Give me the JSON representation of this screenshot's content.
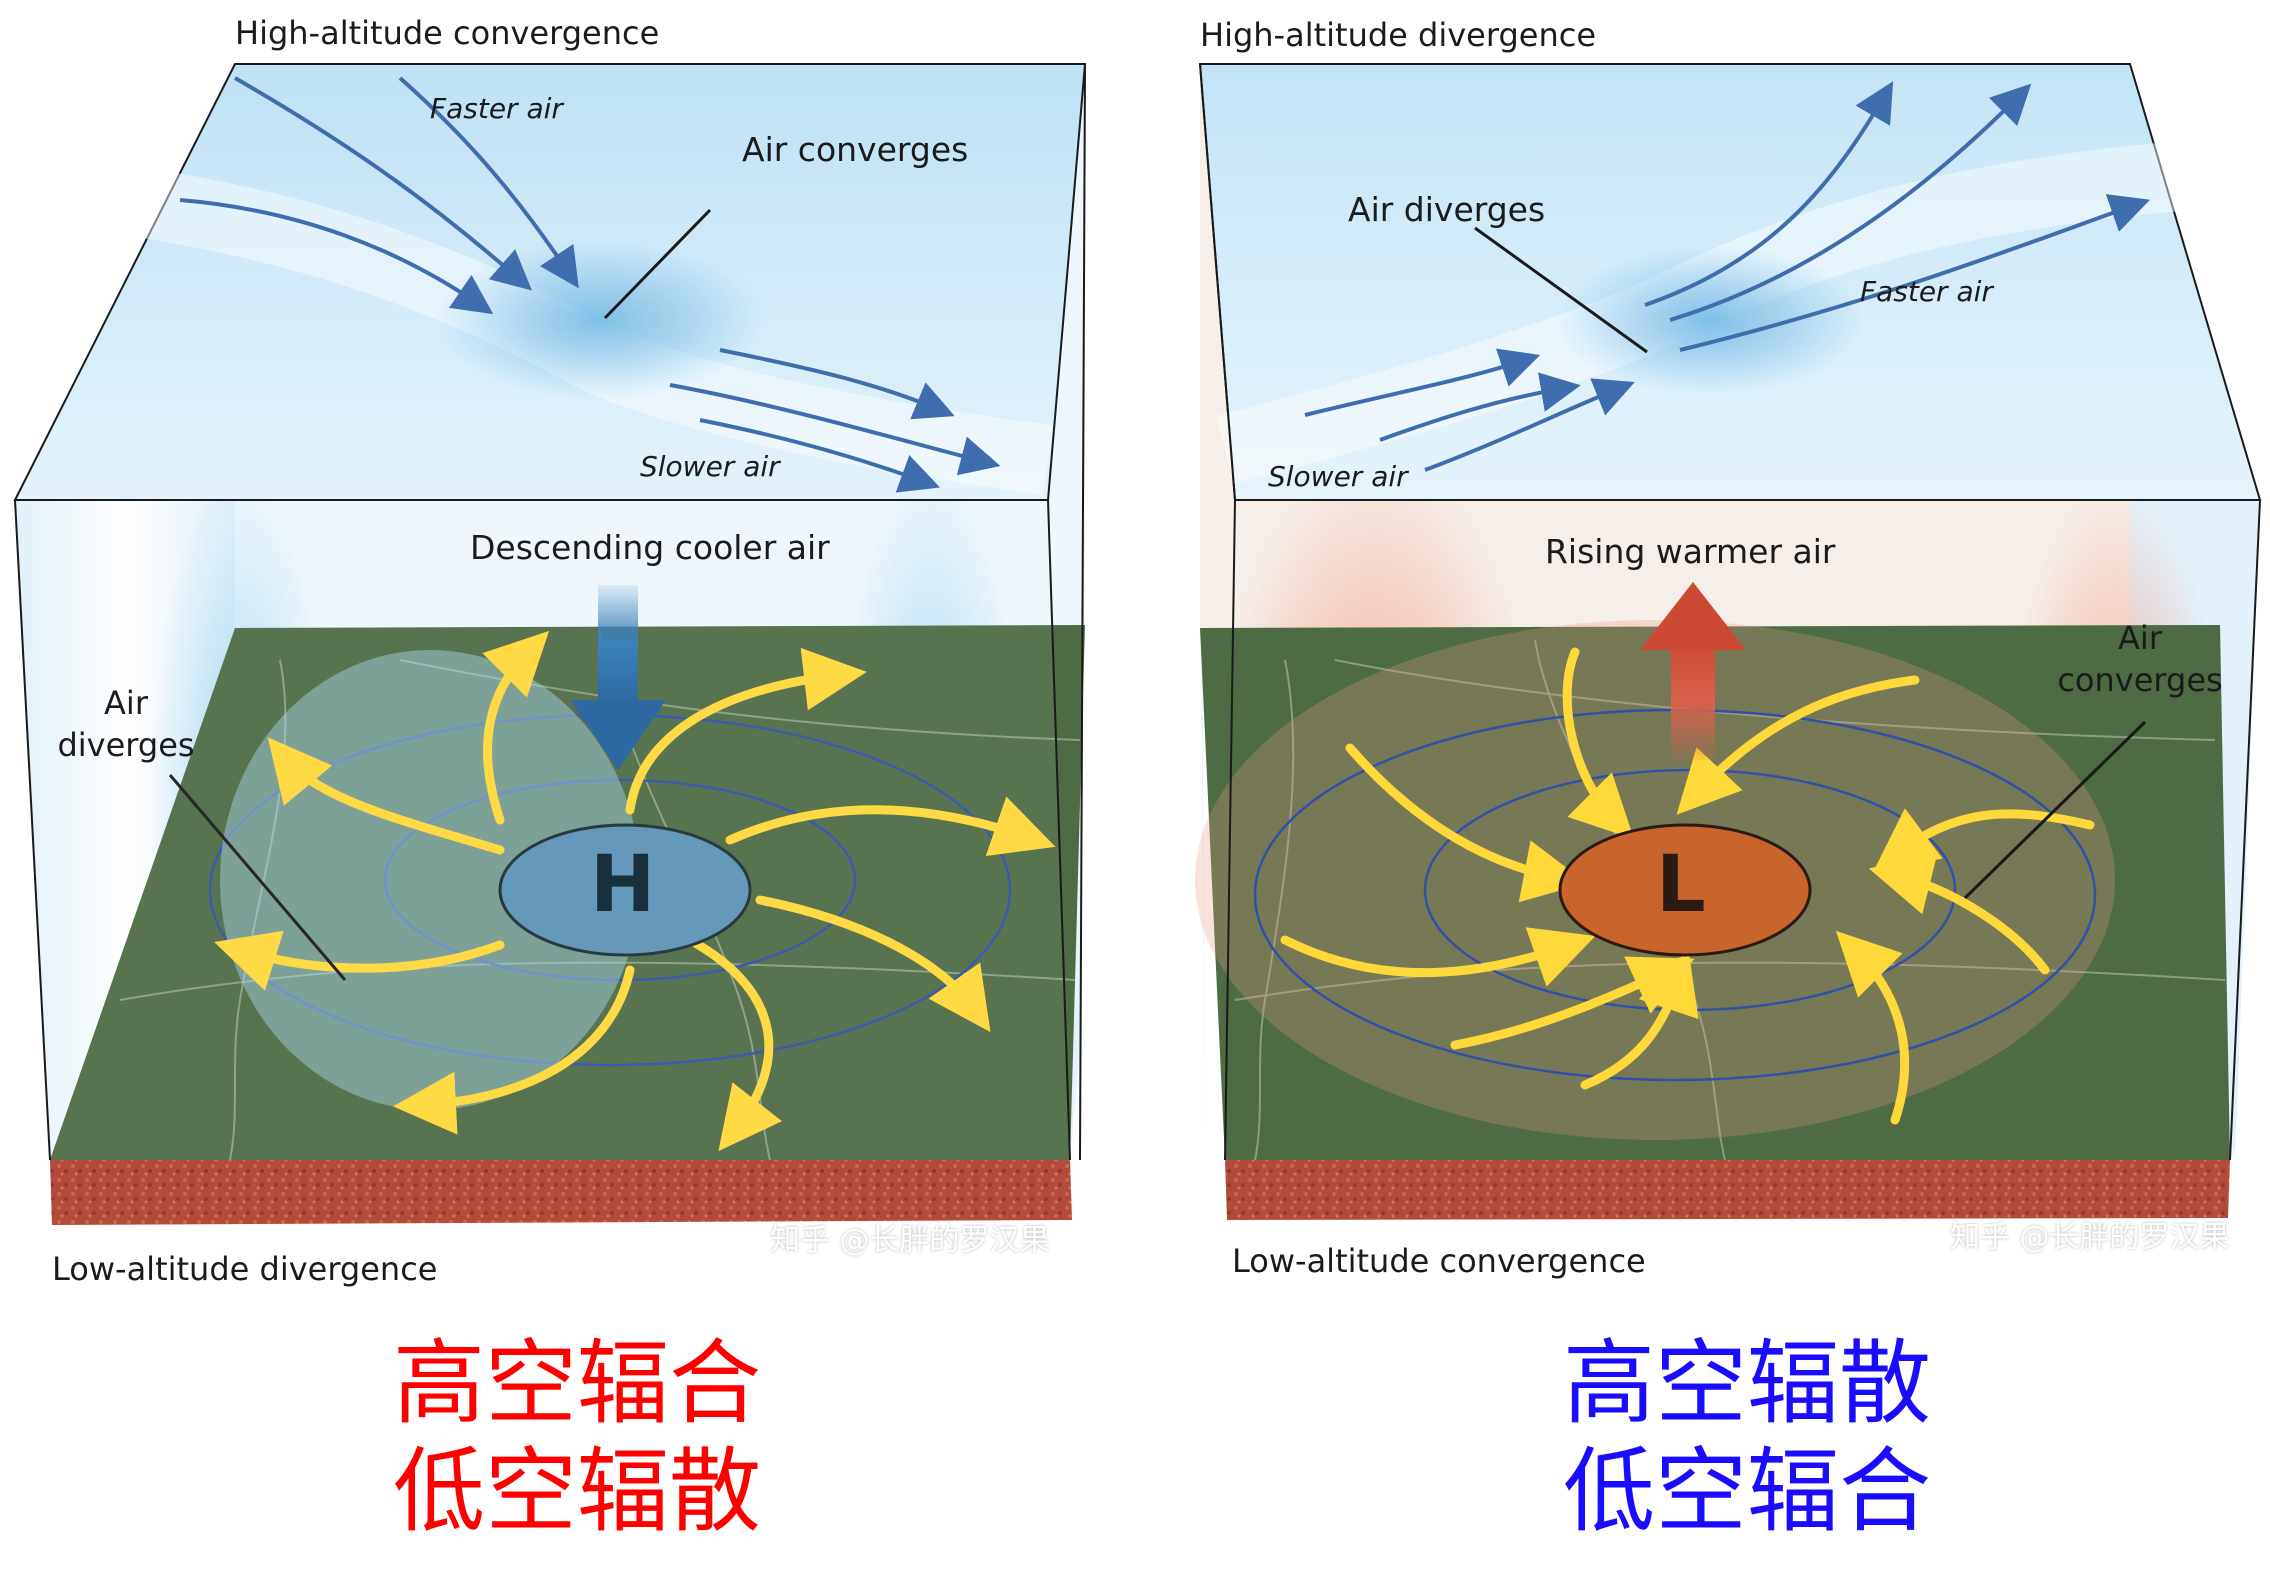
{
  "left_panel": {
    "top_label": "High-altitude convergence",
    "faster_air": "Faster air",
    "air_converges": "Air converges",
    "slower_air": "Slower air",
    "vertical_label": "Descending cooler air",
    "side_label_line1": "Air",
    "side_label_line2": "diverges",
    "center_letter": "H",
    "bottom_label": "Low-altitude divergence",
    "watermark": "知乎 @长胖的罗汉果"
  },
  "right_panel": {
    "top_label": "High-altitude divergence",
    "air_diverges": "Air diverges",
    "faster_air": "Faster air",
    "slower_air": "Slower air",
    "vertical_label": "Rising warmer air",
    "side_label_line1": "Air",
    "side_label_line2": "converges",
    "center_letter": "L",
    "bottom_label": "Low-altitude convergence",
    "watermark": "知乎 @长胖的罗汉果"
  },
  "captions": {
    "left_line1": "高空辐合",
    "left_line2": "低空辐散",
    "right_line1": "高空辐散",
    "right_line2": "低空辐合",
    "left_color": "#ff0000",
    "right_color": "#1a0dff"
  },
  "colors": {
    "sky": "#cfe8f6",
    "ground": "#4e6b45",
    "soil": "#b24a3c",
    "high_pressure": "#5c93b5",
    "low_pressure": "#c7652d",
    "wind_arrow": "#ffd83a",
    "upper_arrow": "#3f6eae"
  }
}
